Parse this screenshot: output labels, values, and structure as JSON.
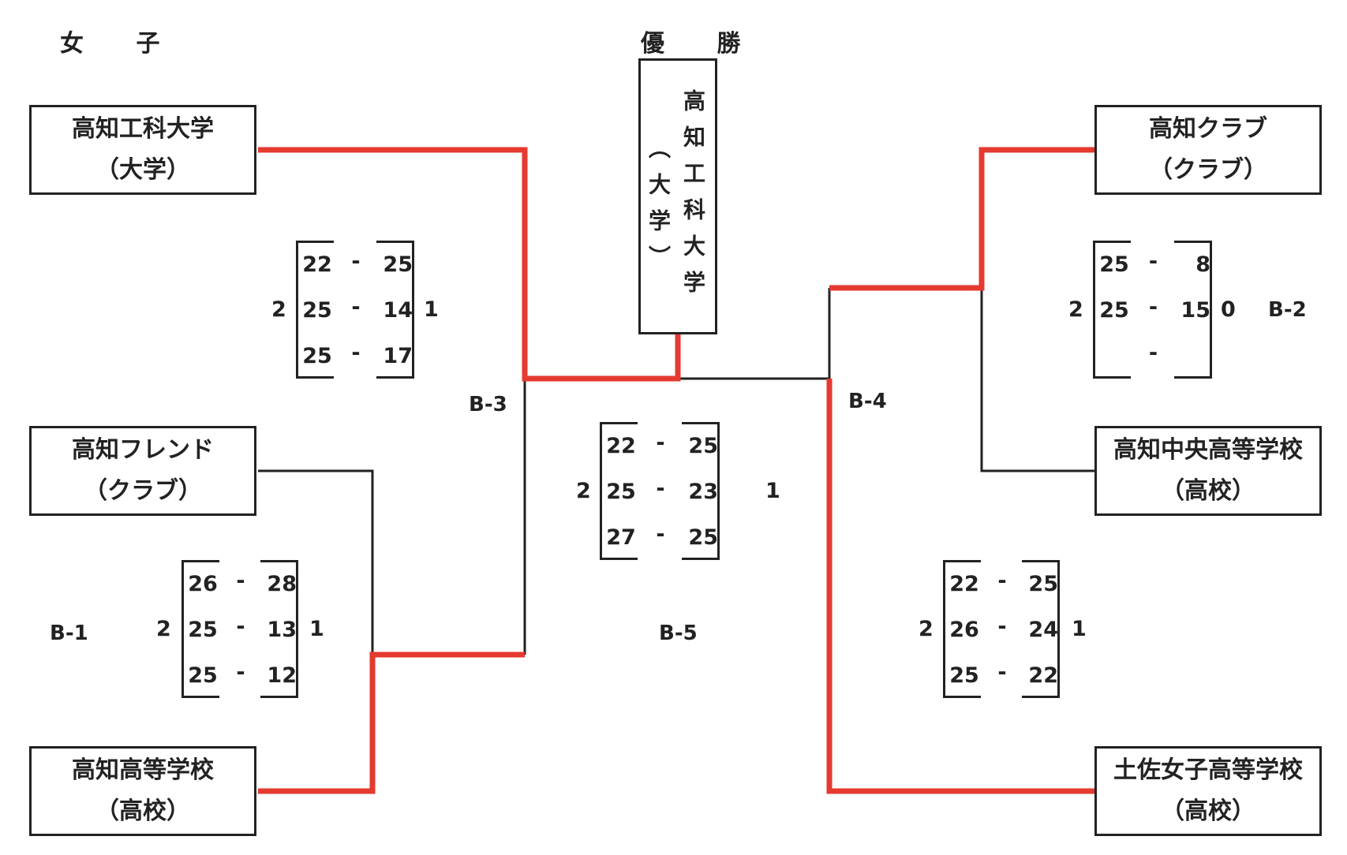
{
  "header": {
    "category": "女 子",
    "champion_label": "優 勝"
  },
  "champion": {
    "name": "高知工科大学",
    "affiliation": "（大学）"
  },
  "teams": {
    "tl": {
      "name": "高知工科大学",
      "affiliation": "（大学）"
    },
    "ml": {
      "name": "高知フレンド",
      "affiliation": "（クラブ）"
    },
    "bl": {
      "name": "高知高等学校",
      "affiliation": "（高校）"
    },
    "tr": {
      "name": "高知クラブ",
      "affiliation": "（クラブ）"
    },
    "mr": {
      "name": "高知中央高等学校",
      "affiliation": "（高校）"
    },
    "br": {
      "name": "土佐女子高等学校",
      "affiliation": "（高校）"
    }
  },
  "matches": {
    "b1": {
      "label": "B-1",
      "sets_left": "2",
      "sets_right": "1",
      "games": [
        [
          "26",
          "28"
        ],
        [
          "25",
          "13"
        ],
        [
          "25",
          "12"
        ]
      ]
    },
    "b2": {
      "label": "B-2",
      "sets_left": "2",
      "sets_right": "0",
      "games": [
        [
          "25",
          "8"
        ],
        [
          "25",
          "15"
        ],
        [
          "",
          ""
        ]
      ]
    },
    "b3": {
      "label": "B-3",
      "sets_left": "2",
      "sets_right": "1",
      "games": [
        [
          "22",
          "25"
        ],
        [
          "25",
          "14"
        ],
        [
          "25",
          "17"
        ]
      ]
    },
    "b4": {
      "label": "B-4",
      "sets_left": "2",
      "sets_right": "1",
      "games": [
        [
          "22",
          "25"
        ],
        [
          "26",
          "24"
        ],
        [
          "25",
          "22"
        ]
      ]
    },
    "b5": {
      "label": "B-5",
      "sets_left": "2",
      "sets_right": "1",
      "games": [
        [
          "22",
          "25"
        ],
        [
          "25",
          "23"
        ],
        [
          "27",
          "25"
        ]
      ]
    }
  },
  "score_separator": "-",
  "colors": {
    "winner_line": "#e53a2f",
    "line": "#222222"
  }
}
